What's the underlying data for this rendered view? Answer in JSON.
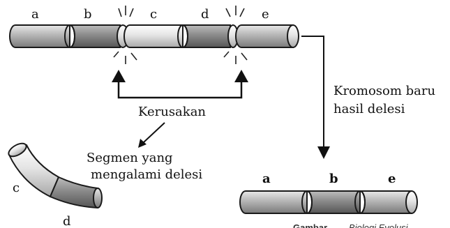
{
  "segment_labels_top": [
    "a",
    "b",
    "c",
    "d",
    "e"
  ],
  "damage_label": "Kerusakan",
  "deleted_segment_label": [
    "Segmen yang",
    "mengalami delesi"
  ],
  "deleted_segment_labels": [
    "c",
    "d"
  ],
  "new_chromosome_label": [
    "Kromosom baru",
    "hasil delesi"
  ],
  "new_chromosome_segment_labels": [
    "a",
    "b",
    "e"
  ],
  "caption_partial": [
    "Gambar",
    "Biologi Evolusi"
  ],
  "colors": {
    "segment_light": "#e2e2e2",
    "segment_mid": "#b8b8b8",
    "segment_dark": "#8e8e8e",
    "outline": "#1a1a1a"
  }
}
